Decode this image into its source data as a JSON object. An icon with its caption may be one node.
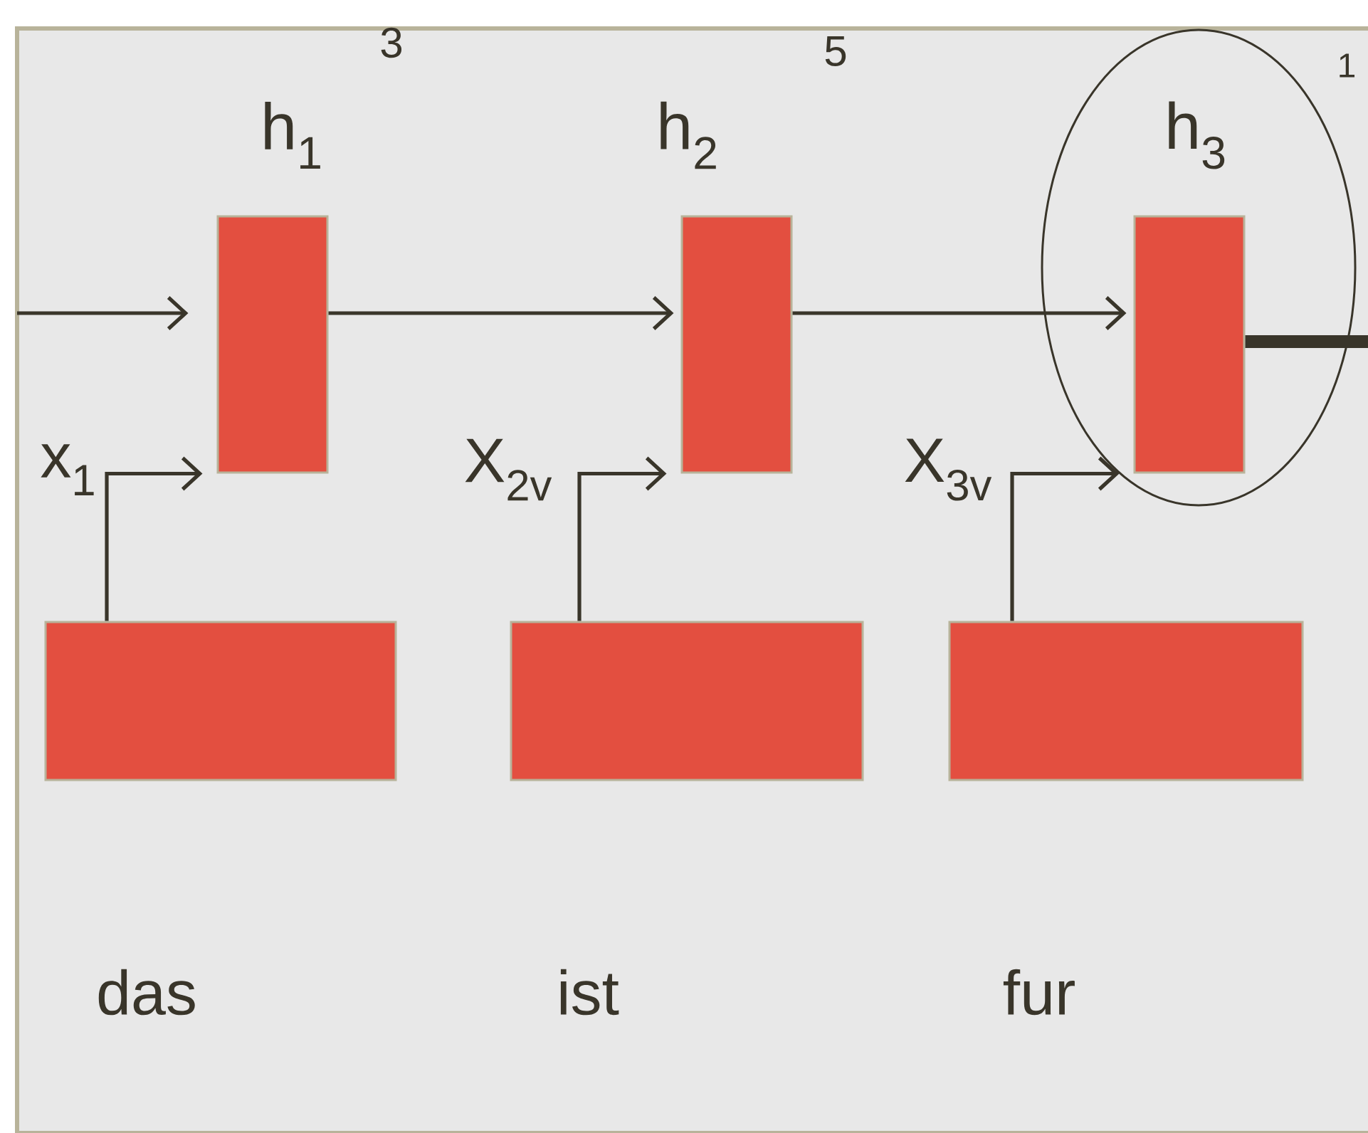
{
  "diagram": {
    "nodes": [
      {
        "text": [],
        "shape": "box",
        "beside": [
          "h$_{1}$"
        ]
      },
      {
        "text": [],
        "shape": "box",
        "beside": [
          "h$_{2}$"
        ]
      },
      {
        "text": [],
        "shape": "ellipse"
      },
      {
        "text": [],
        "shape": "box",
        "beside": [
          "h$_{3}$"
        ],
        "in": 2
      },
      {
        "text": [],
        "shape": "box"
      },
      {
        "text": [],
        "shape": "box"
      },
      {
        "text": [],
        "shape": "box"
      }
    ],
    "edges": [
      {
        "from": null,
        "to": 0,
        "arrow": "to"
      },
      {
        "from": 0,
        "to": 1,
        "arrow": "to"
      },
      {
        "from": 1,
        "to": 3,
        "arrow": "to"
      },
      {
        "from": 3,
        "to": null,
        "arrow": "none",
        "style": "thick"
      },
      {
        "from": 4,
        "to": 0,
        "arrow": "to"
      },
      {
        "from": 5,
        "to": 1,
        "arrow": "to"
      },
      {
        "from": 6,
        "to": 3,
        "arrow": "to"
      }
    ],
    "labels": [
      "3",
      "5",
      "1",
      "x$_{1}$",
      "X$_{2v}$",
      "X$_{3v}$",
      "das",
      "ist",
      "fur"
    ]
  }
}
